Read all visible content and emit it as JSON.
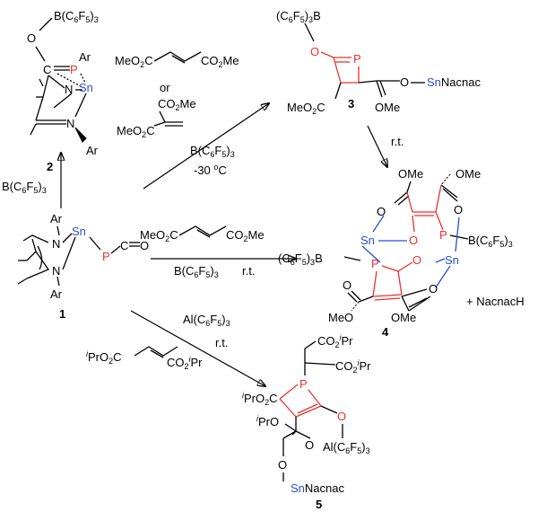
{
  "colors": {
    "phosphorus": "#e8322e",
    "oxygen": "#e8322e",
    "tin": "#2b4fd6",
    "text": "#000000"
  },
  "compound_labels": {
    "c1": "1",
    "c2": "2",
    "c3": "3",
    "c4": "4",
    "c5": "5"
  },
  "atoms": {
    "P": "P",
    "O": "O",
    "C": "C",
    "N": "N",
    "Sn": "Sn",
    "Ar": "Ar"
  },
  "groups": {
    "BC6F5_3": "B(C6F5)3",
    "C6F5_3B": "(C6F5)3B",
    "AlC6F5_3": "Al(C6F5)3",
    "CO2Me": "CO2Me",
    "MeO2C": "MeO2C",
    "OMe": "OMe",
    "MeO": "MeO",
    "SnNacnac": "SnNacnac",
    "CO2iPr": "CO2iPr",
    "iPrO2C": "iPrO2C",
    "iPrO": "iPrO",
    "NacnacH": "+ NacnacH"
  },
  "conditions": {
    "arrow_up": "B(C6F5)3",
    "arrow_diag_up_or": "or",
    "arrow_diag_up_reagent": "B(C6F5)3",
    "arrow_diag_up_temp": "-30 oC",
    "arrow_right_reagent": "B(C6F5)3",
    "arrow_right_temp": "r.t.",
    "arrow_down_temp": "r.t.",
    "arrow_diag_down_reagent": "Al(C6F5)3",
    "arrow_diag_down_temp": "r.t."
  }
}
